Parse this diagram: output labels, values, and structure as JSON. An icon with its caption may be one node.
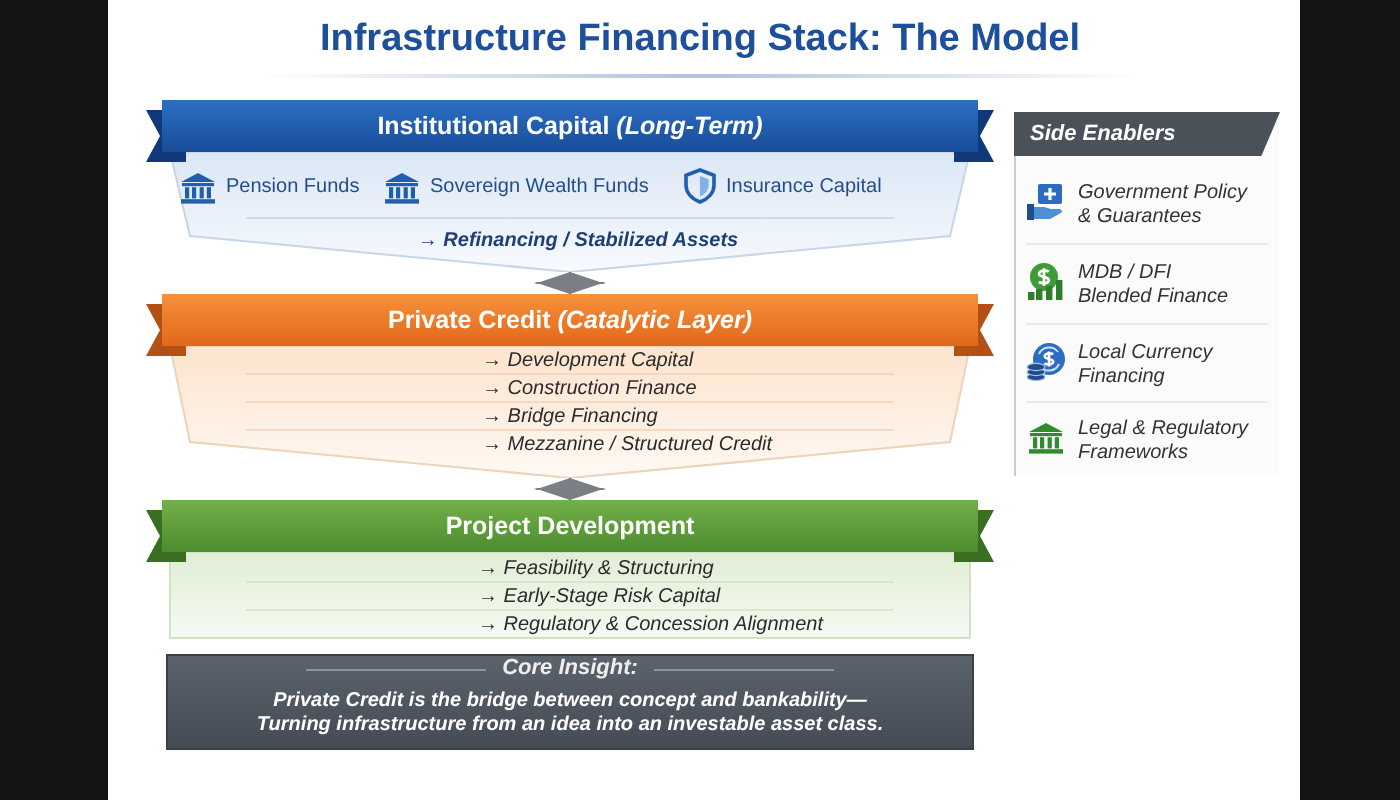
{
  "diagram": {
    "title": "Infrastructure Financing Stack: The Model",
    "nodes": [
      {
        "text": [
          "Institutional Capital *(Long-Term)*",
          "Pension Funds",
          "Sovereign Wealth Funds",
          "Insurance Capital",
          "→ Refinancing / Stabilized Assets"
        ]
      },
      {
        "text": [
          "Private Credit *(Catalytic Layer)*",
          "→ Development Capital",
          "→ Construction Finance",
          "→ Bridge Financing",
          "→ Mezzanine / Structured Credit"
        ]
      },
      {
        "text": [
          "Project Development",
          "→ Feasibility & Structuring",
          "→ Early-Stage Risk Capital",
          "→ Regulatory & Concession Alignment"
        ]
      },
      {
        "text": [
          "Core Insight:",
          "Private Credit is the bridge between concept and bankability— Turning infrastructure from an idea into an investable asset class."
        ]
      },
      {
        "text": [
          "Side Enablers",
          "Government Policy & Guarantees",
          "MDB / DFI Blended Finance",
          "Local Currency Financing",
          "Legal & Regulatory Frameworks"
        ]
      }
    ],
    "edges": [
      {
        "from": 0,
        "to": 1,
        "arrow": "both"
      },
      {
        "from": 1,
        "to": 2,
        "arrow": "both"
      }
    ]
  }
}
